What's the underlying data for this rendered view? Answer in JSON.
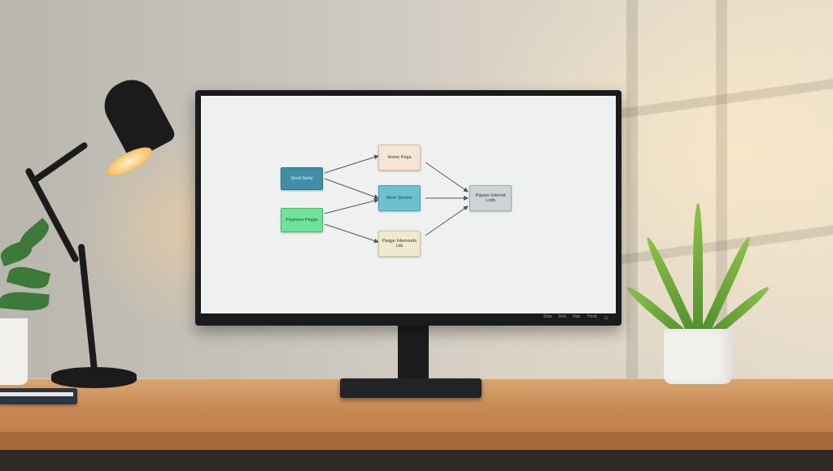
{
  "diagram": {
    "nodes": [
      {
        "id": "n1",
        "label": "Stroll Sorte"
      },
      {
        "id": "n2",
        "label": "Paytoure Pegga"
      },
      {
        "id": "n3",
        "label": "Home Pega"
      },
      {
        "id": "n4",
        "label": "Mum Section"
      },
      {
        "id": "n5",
        "label": "Paqge Interronds Lds"
      },
      {
        "id": "n6",
        "label": "Papain Internal Lxds"
      }
    ],
    "edges": [
      [
        "n1",
        "n3"
      ],
      [
        "n1",
        "n4"
      ],
      [
        "n2",
        "n4"
      ],
      [
        "n2",
        "n5"
      ],
      [
        "n3",
        "n6"
      ],
      [
        "n4",
        "n6"
      ],
      [
        "n5",
        "n6"
      ]
    ]
  },
  "monitor_osd": {
    "buttons": [
      "Stop",
      "Stuti",
      "Hop",
      "Hoxd"
    ],
    "home_icon": "home-icon"
  },
  "colors": {
    "node_teal": "#3f8fa6",
    "node_green": "#6fe39a",
    "node_peach": "#f6e4d4",
    "node_aqua": "#6cc1d0",
    "node_cream": "#efe9cf",
    "node_grey": "#cfd3d6"
  }
}
